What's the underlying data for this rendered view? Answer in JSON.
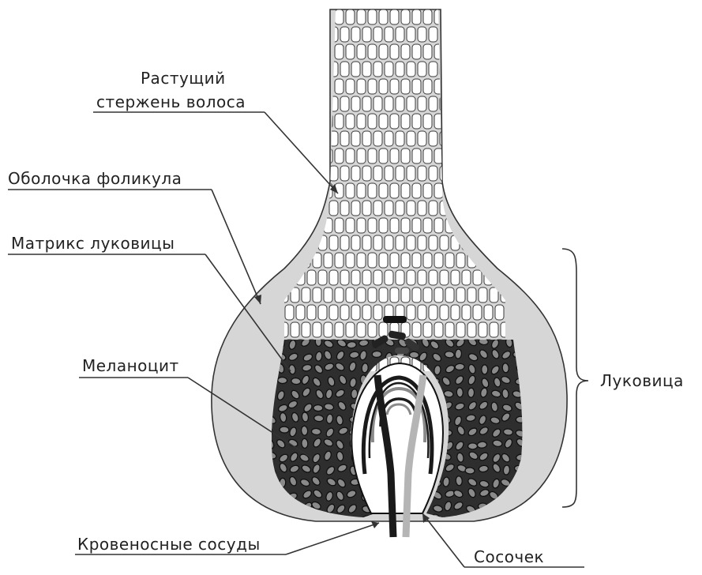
{
  "labels": {
    "shaft": [
      "Растущий",
      "стержень волоса"
    ],
    "sheath": "Оболочка фоликула",
    "matrix": "Матрикс луковицы",
    "melanocyte": "Меланоцит",
    "bulb": "Луковица",
    "vessels": "Кровеносные сосуды",
    "papilla": "Сосочек"
  },
  "colors": {
    "sheath_fill": "#d6d6d6",
    "matrix_dark": "#2e2e2e",
    "vessel_dark": "#1a1a1a",
    "vessel_light": "#b5b5b5"
  }
}
